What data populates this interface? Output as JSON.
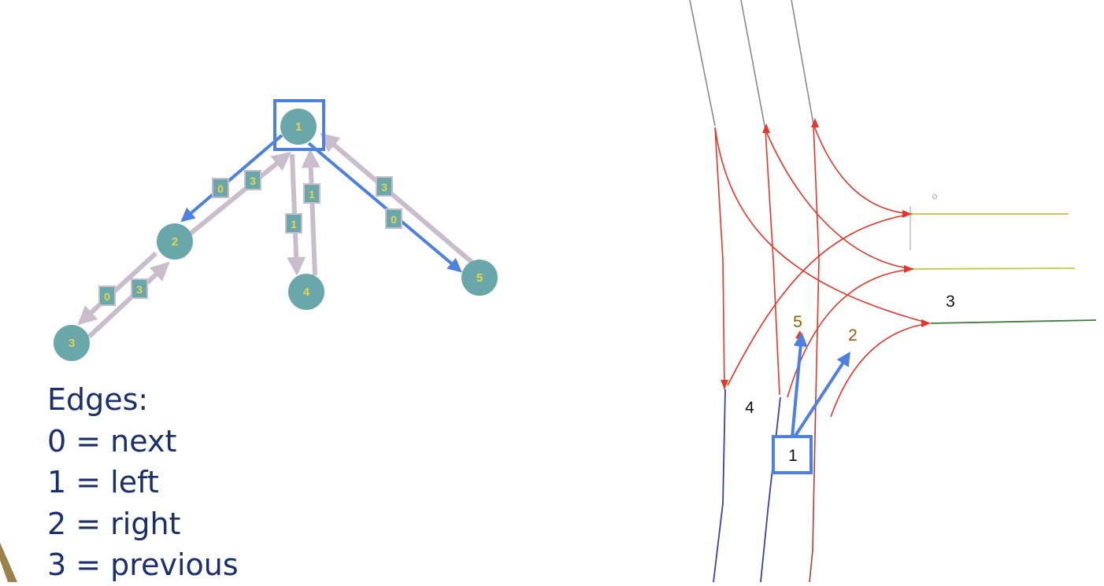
{
  "graph": {
    "nodes": [
      {
        "id": "1",
        "label": "1"
      },
      {
        "id": "2",
        "label": "2"
      },
      {
        "id": "3",
        "label": "3"
      },
      {
        "id": "4",
        "label": "4"
      },
      {
        "id": "5",
        "label": "5"
      }
    ],
    "edges": [
      {
        "from": "2",
        "to": "1",
        "label": "3",
        "highlight": false
      },
      {
        "from": "1",
        "to": "2",
        "label": "0",
        "highlight": true
      },
      {
        "from": "3",
        "to": "2",
        "label": "3",
        "highlight": false
      },
      {
        "from": "2",
        "to": "3",
        "label": "0",
        "highlight": false
      },
      {
        "from": "1",
        "to": "4",
        "label": "1",
        "highlight": false
      },
      {
        "from": "4",
        "to": "1",
        "label": "1",
        "highlight": false
      },
      {
        "from": "5",
        "to": "1",
        "label": "3",
        "highlight": false
      },
      {
        "from": "1",
        "to": "5",
        "label": "0",
        "highlight": true
      }
    ],
    "selected_node": "1"
  },
  "legend": {
    "title": "Edges:",
    "items": [
      "0 = next",
      "1 = left",
      "2 = right",
      "3 = previous"
    ]
  },
  "map": {
    "labels": {
      "lane_1": "1",
      "lane_2": "2",
      "lane_3": "3",
      "lane_4": "4",
      "lane_5": "5"
    }
  },
  "colors": {
    "node_fill": "#6aa7ab",
    "node_label": "#e8d44a",
    "edge_gray": "#c9bccd",
    "highlight_blue": "#4d80df",
    "legend_text": "#1a2f6b",
    "lane_red": "#e8352a",
    "lane_blue": "#3d3fb0",
    "lane_yellow": "#c9c43c",
    "lane_green": "#3f7d3a",
    "lane_gray": "#8a8a8a"
  }
}
